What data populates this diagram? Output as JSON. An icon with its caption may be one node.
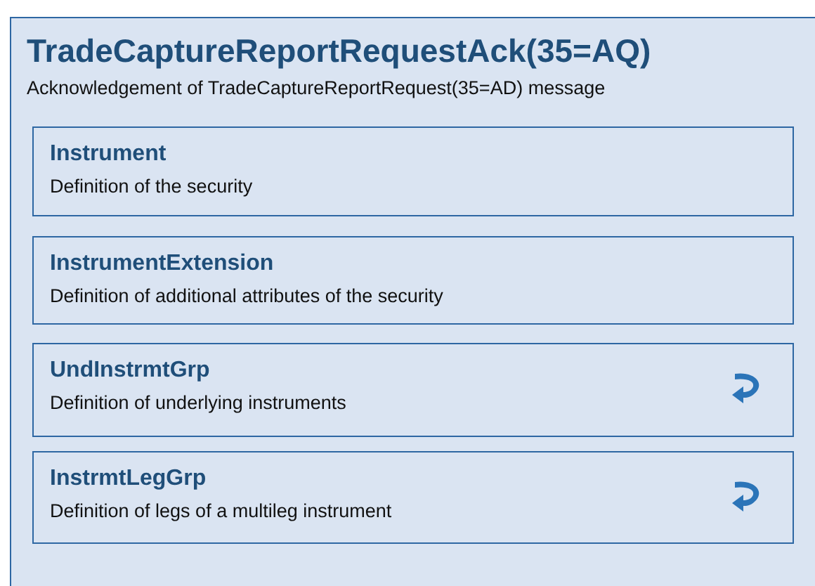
{
  "diagram": {
    "nodes": [
      {
        "text": [
          "TradeCaptureReportRequestAck(35=AQ)",
          "Acknowledgement of TradeCaptureReportRequest(35=AD) message"
        ]
      },
      {
        "text": [
          "Instrument",
          "Definition of the security"
        ],
        "in": 0
      },
      {
        "text": [
          "InstrumentExtension",
          "Definition of additional attributes of the security"
        ],
        "in": 0
      },
      {
        "text": [
          "UndInstrmtGrp",
          "Definition of underlying instruments"
        ],
        "in": 0
      },
      {
        "text": [
          "InstrmtLegGrp",
          "Definition of legs of a multileg instrument"
        ],
        "in": 0
      }
    ]
  }
}
